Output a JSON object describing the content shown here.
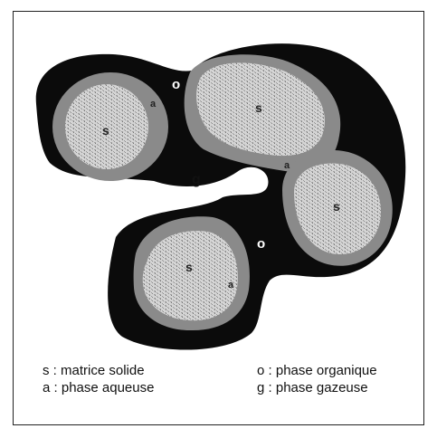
{
  "diagram": {
    "region_labels": {
      "solid": "s",
      "aqueous": "a",
      "organic": "o",
      "gas": "g"
    },
    "colors": {
      "organic_phase": "#0b0b0b",
      "aqueous_phase": "#8a8a8a",
      "solid_matrix": "#cfcfcf",
      "background": "#ffffff"
    }
  },
  "legend": [
    {
      "symbol": "s",
      "sep": " : ",
      "text": "matrice solide"
    },
    {
      "symbol": "a",
      "sep": " : ",
      "text": "phase aqueuse"
    },
    {
      "symbol": "o",
      "sep": " : ",
      "text": "phase organique"
    },
    {
      "symbol": "g",
      "sep": " : ",
      "text": "phase gazeuse"
    }
  ]
}
